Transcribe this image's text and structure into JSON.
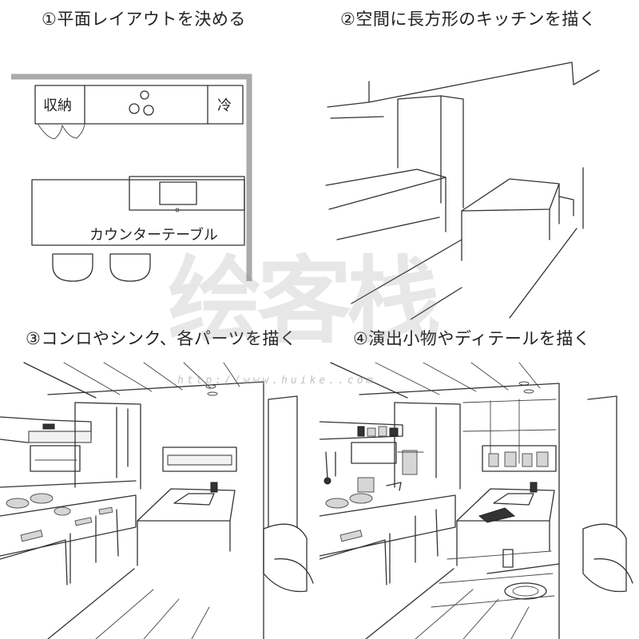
{
  "steps": [
    {
      "title": "①平面レイアウトを決める"
    },
    {
      "title": "②空間に長方形のキッチンを描く"
    },
    {
      "title": "③コンロやシンク、各パーツを描く"
    },
    {
      "title": "④演出小物やディテールを描く"
    }
  ],
  "floor_plan": {
    "storage_label": "収納",
    "fridge_label": "冷",
    "counter_label": "カウンターテーブル"
  },
  "watermark": {
    "logo_text": "绘客栈",
    "url": "http://www.huike..com"
  }
}
